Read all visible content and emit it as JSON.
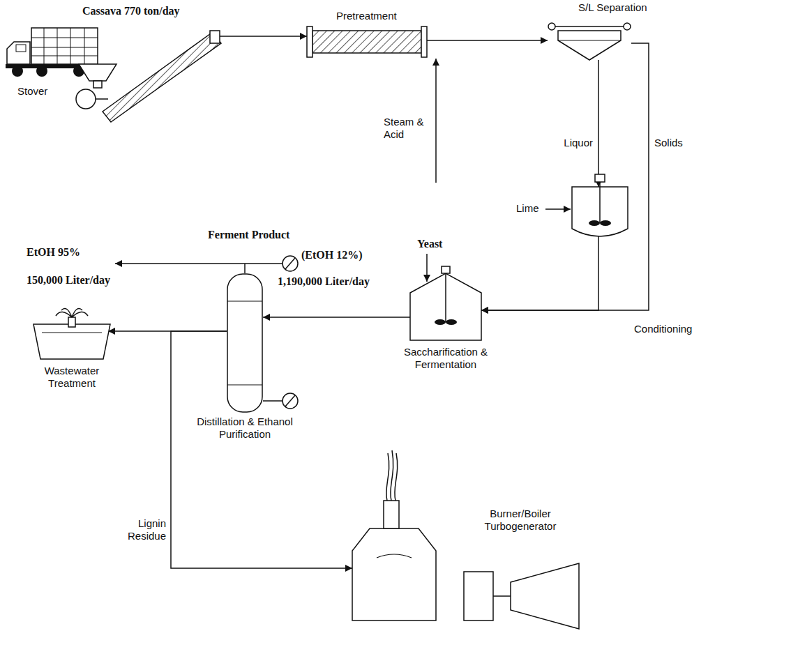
{
  "diagram": {
    "nodes": [
      {
        "text": [
          "Stover"
        ]
      },
      {
        "text": [
          "Pretreatment"
        ]
      },
      {
        "text": [
          "S/L Separation"
        ]
      },
      {
        "text": [
          "Conditioning"
        ]
      },
      {
        "text": [
          "Saccharification & Fermentation"
        ]
      },
      {
        "text": [
          "Distillation & Ethanol Purification"
        ]
      },
      {
        "text": [
          "Wastewater Treatment"
        ]
      },
      {
        "text": [
          "Burner/Boiler Turbogenerator"
        ]
      }
    ],
    "edges": [
      {
        "from": 0,
        "to": 1,
        "arrow": "to"
      },
      {
        "from": 1,
        "to": 2,
        "arrow": "to"
      },
      {
        "from": 2,
        "to": 3,
        "label": "Liquor",
        "arrow": "to"
      },
      {
        "from": 2,
        "to": 4,
        "label": "Solids",
        "arrow": "to"
      },
      {
        "from": 3,
        "to": 4,
        "arrow": "to"
      },
      {
        "from": 4,
        "to": 5,
        "arrow": "to"
      },
      {
        "from": 5,
        "to": 6,
        "arrow": "to"
      },
      {
        "from": 5,
        "to": 7,
        "label": "Lignin Residue",
        "arrow": "to"
      }
    ],
    "labels": [
      "Cassava 770 ton/day",
      "Steam & Acid",
      "Lime",
      "Yeast",
      "Ferment Product",
      "(EtOH 12%)",
      "1,190,000 Liter/day",
      "EtOH 95%",
      "150,000 Liter/day"
    ]
  }
}
